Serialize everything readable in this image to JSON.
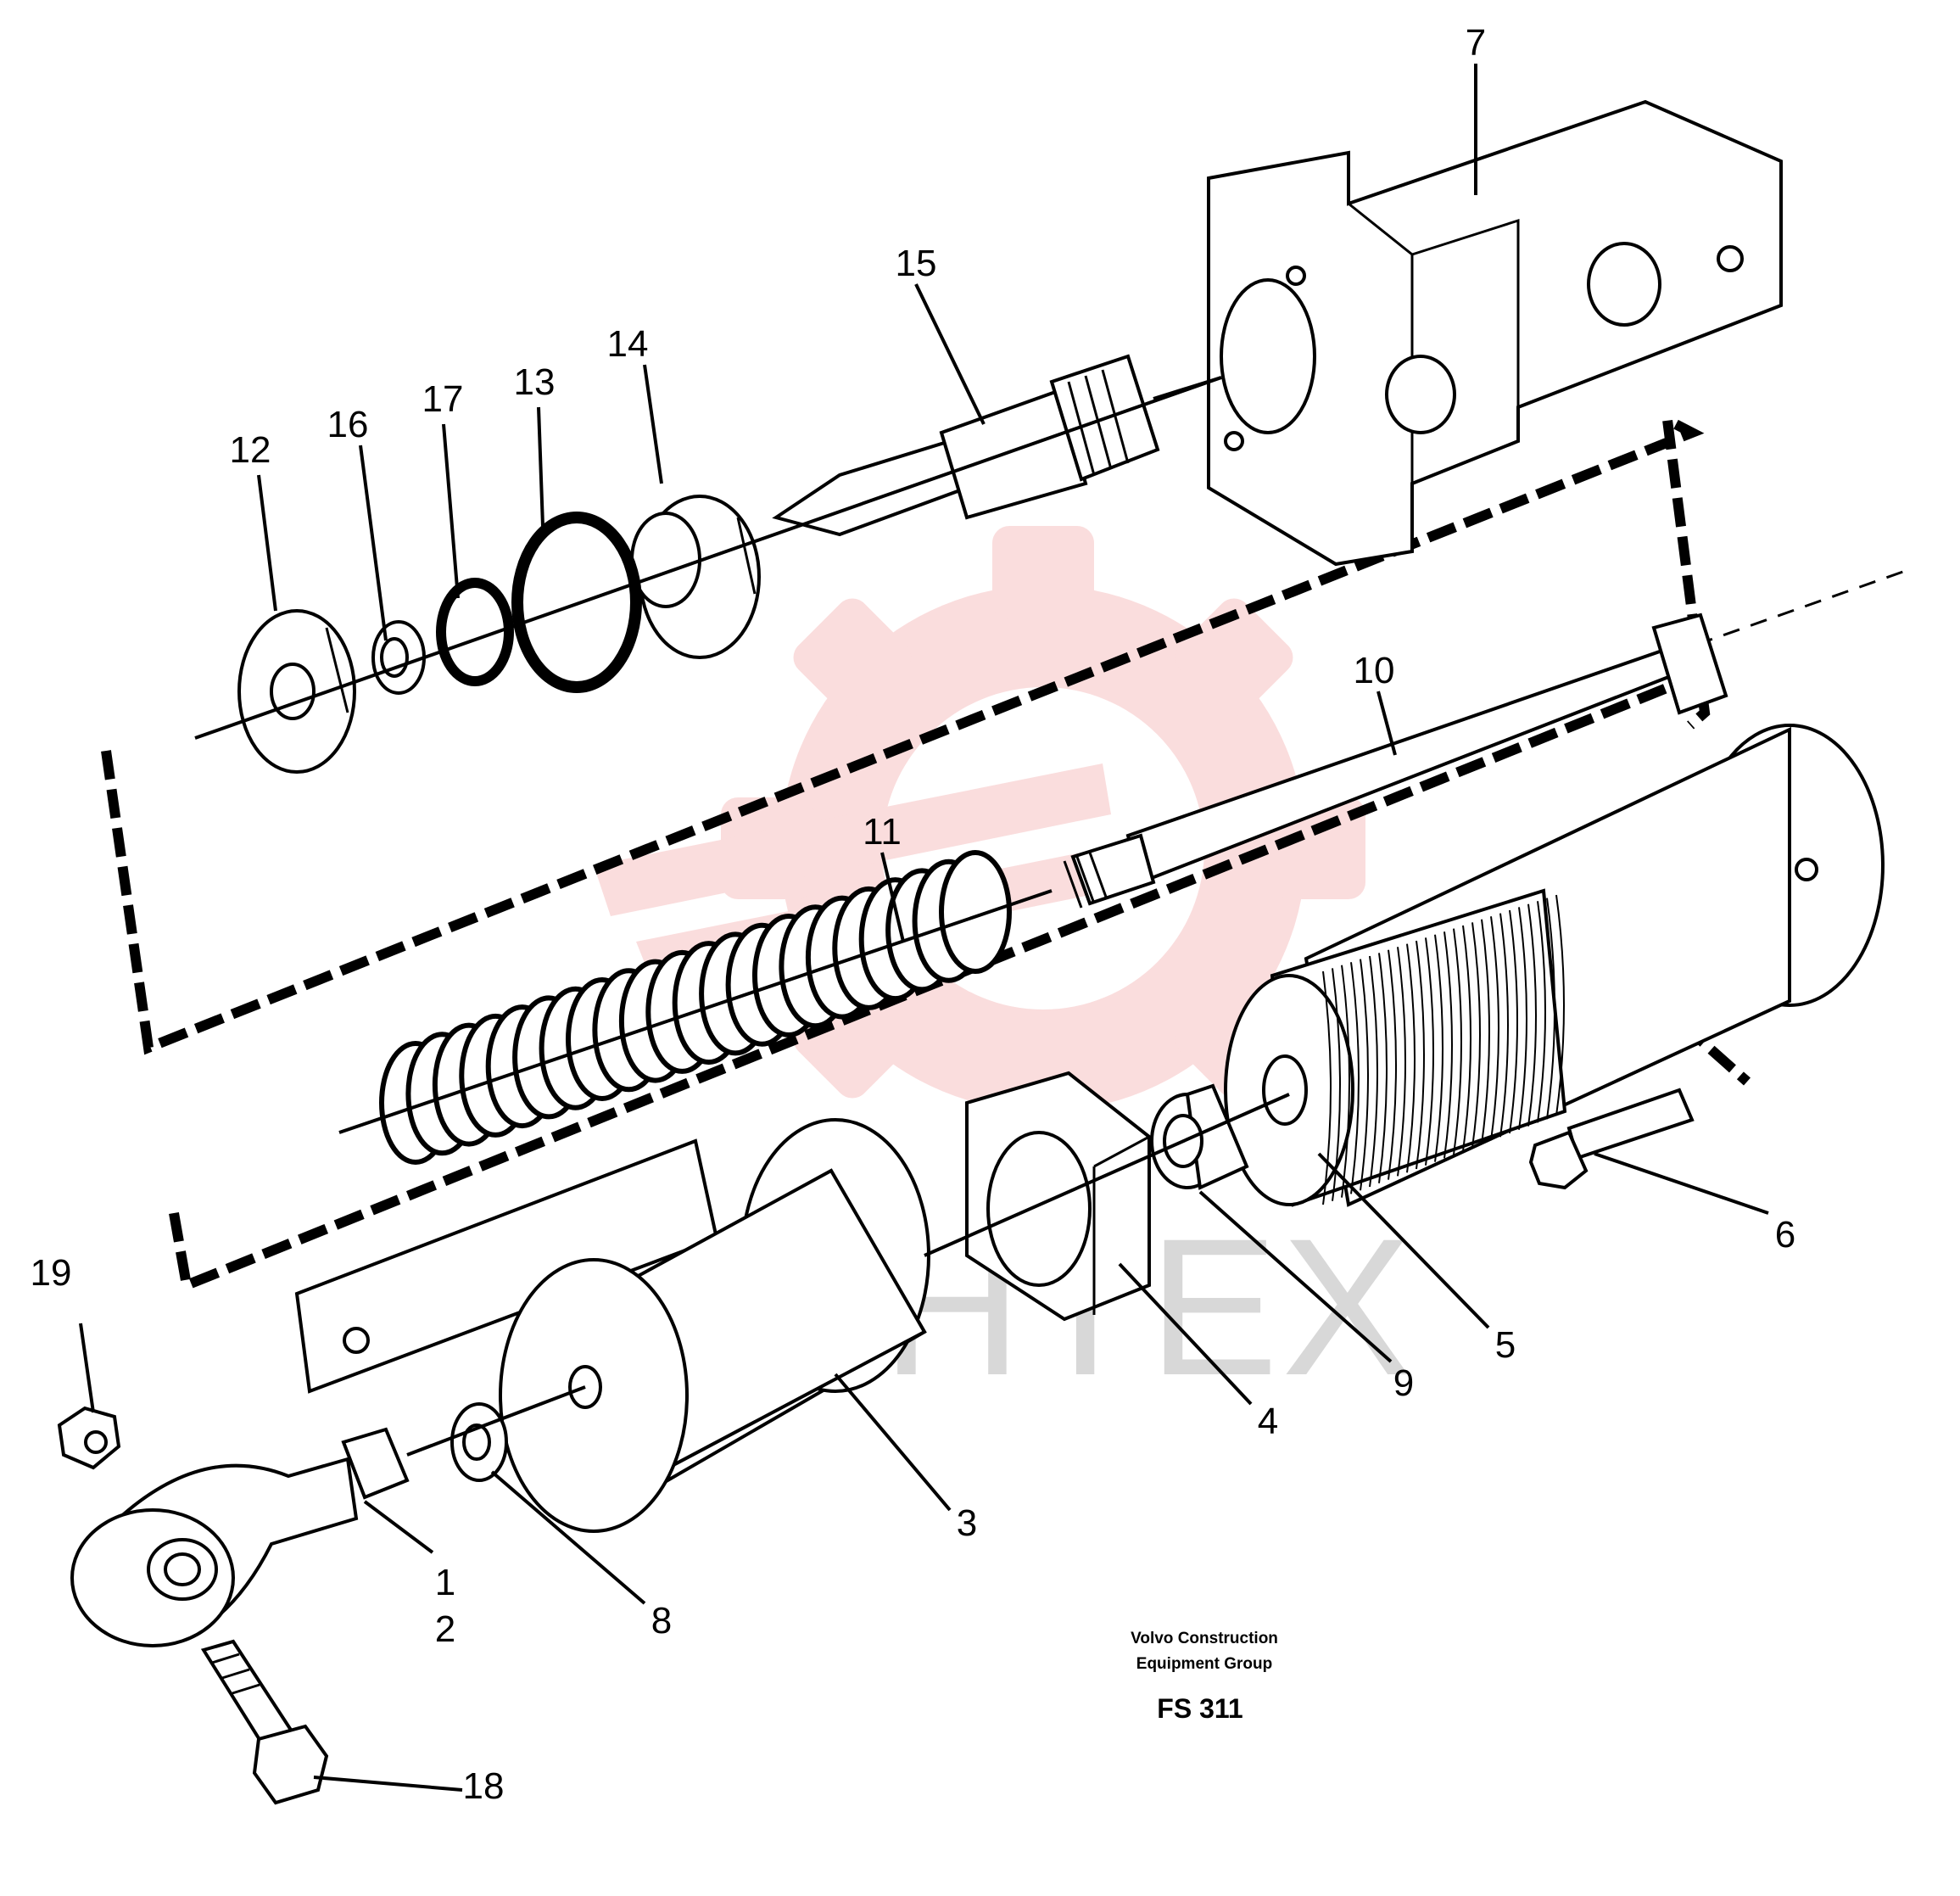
{
  "parts": [
    {
      "id": "1",
      "label": "1"
    },
    {
      "id": "2",
      "label": "2"
    },
    {
      "id": "3",
      "label": "3"
    },
    {
      "id": "4",
      "label": "4"
    },
    {
      "id": "5",
      "label": "5"
    },
    {
      "id": "6",
      "label": "6"
    },
    {
      "id": "7",
      "label": "7"
    },
    {
      "id": "8",
      "label": "8"
    },
    {
      "id": "9",
      "label": "9"
    },
    {
      "id": "10",
      "label": "10"
    },
    {
      "id": "11",
      "label": "11"
    },
    {
      "id": "12",
      "label": "12"
    },
    {
      "id": "13",
      "label": "13"
    },
    {
      "id": "14",
      "label": "14"
    },
    {
      "id": "15",
      "label": "15"
    },
    {
      "id": "16",
      "label": "16"
    },
    {
      "id": "17",
      "label": "17"
    },
    {
      "id": "18",
      "label": "18"
    },
    {
      "id": "19",
      "label": "19"
    }
  ],
  "caption": {
    "line1": "Volvo Construction",
    "line2": "Equipment Group",
    "code": "FS 311"
  },
  "watermark": {
    "text": "ИНТЕХ",
    "logo_color": "#f5b4b4"
  }
}
